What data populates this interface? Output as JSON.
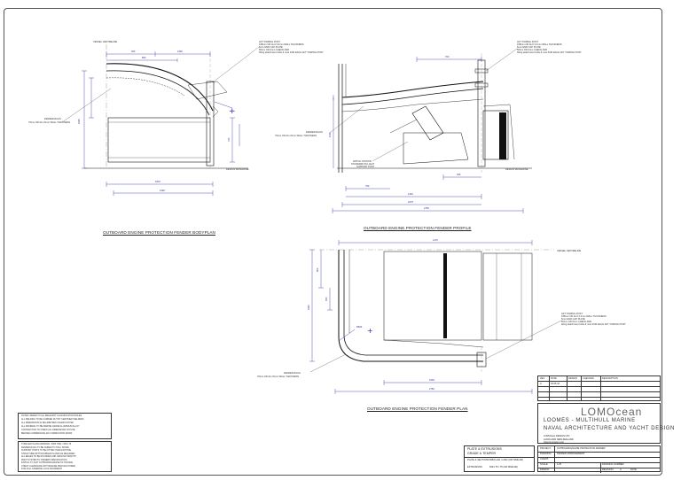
{
  "views": {
    "body_plan_title": "OUTBOARD ENGINE PROTECTION FENDER BODYPLAN",
    "profile_title": "OUTBOARD ENGINE PROTECTION FENDER PROFILE",
    "plan_title": "OUTBOARD ENGINE PROTECTION FENDER PLAN"
  },
  "labels": {
    "vessel_cl_top": "VESSEL CENTRELINE",
    "vessel_cl_plan": "VESSEL CENTRELINE",
    "design_waterline": "DESIGN WATERLINE",
    "design_waterline_2": "DESIGN WATERLINE",
    "fender_rails_a": "FENDER RAILS",
    "fender_rails_a2": "76mm OD ALU 6mm WALL THICKNESS",
    "fender_rails_b": "FENDER RAILS",
    "fender_rails_b2": "76mm OD ALU 6mm WALL THICKNESS",
    "fender_rails_c": "FENDER RAILS",
    "fender_rails_c2": "76mm OD ALU 6mm WALL THICKNESS",
    "watch_stand_1": "WATCH STATION",
    "watch_stand_2": "STANDARD 50 LIGHT",
    "watch_stand_3": "SUPPORT POST",
    "aft_post_a1": "AFT TOWING POST",
    "aft_post_a2": "168mm OD ALU 6.4mm WALL THICKNESS",
    "aft_post_a3": "6mm END CAP PLATE",
    "aft_post_a4": "50mm OD 6mm CHECK AND",
    "aft_post_a5": "fitting attachment bolts & nuts FOR EACH AFT TOWING POST",
    "aft_post_b1": "AFT TOWING POST",
    "aft_post_b2": "168mm OD ALU 6.4mm WALL THICKNESS",
    "aft_post_b3": "6mm END CAP PLATE",
    "aft_post_b4": "50mm OD 6mm CHECK AND",
    "aft_post_b5": "fitting attachment bolts & nuts FOR EACH AFT TOWING POST",
    "aft_post_c1": "AFT TOWING POST",
    "aft_post_c2": "168mm OD ALU 6.4mm WALL THICKNESS",
    "aft_post_c3": "6mm END CAP PLATE",
    "aft_post_c4": "50mm OD 6mm CHECK AND",
    "aft_post_c5": "fitting attachment bolts & nuts FOR EACH AFT TOWING POST"
  },
  "dimensions": {
    "bp_top1": "300",
    "bp_top2": "1260",
    "bp_top3": "800",
    "bp_bot1": "1870",
    "bp_bot2": "1490",
    "bp_left": "1600",
    "bp_side": "700",
    "pr_top": "700",
    "pr_bot1": "750",
    "pr_bot2": "1440",
    "pr_bot3": "2275",
    "pr_bot4": "2750",
    "pr_mid": "400",
    "pr_left": "1100",
    "pl_top": "1470",
    "pl_bot1": "1600",
    "pl_bot2": "2750",
    "pl_left1": "1640",
    "pl_left2": "800",
    "pl_left3": "450",
    "pl_radius": "R500"
  },
  "notes": {
    "note1": [
      "NOTES: REFER TO ALL RELEVANT CLASSIFICATION RULES",
      "ALL WELDING TO BE CARRIED OUT BY CERTIFIED WELDERS",
      "ALL DIMENSIONS IN MILLIMETRES UNLESS NOTED",
      "ALL MATERIAL TO BE MARINE GRADE ALUMINIUM ALLOY",
      "CONTRACTOR TO CHECK ALL DIMENSIONS ON SITE",
      "BEFORE COMMENCING ANY FABRICATION WORK"
    ],
    "note2": [
      "TUBE AND PLATE MATERIAL: 5083 H321 / 6061 T6",
      "FENDER RAILS TO BE FAIRED TO HULL SHAPE",
      "SUPPORT POSTS TO BE FITTED OVER EXISTING",
      "STRUCTURE WITH DOUBLER PLATES AS REQUIRED",
      "ALL EDGES TO BE ROUNDED AND GROUND SMOOTH",
      "PAINT SYSTEM TO OWNERS SPECIFICATION",
      "INSTALL TO SUIT OUTBOARD ENGINE TILT RANGE",
      "CHECK CLEARANCE WITH ENGINE MANUFACTURER",
      "FOR FULL STEERING LOCK MOVEMENT"
    ]
  },
  "materials": {
    "head1": "PLATE & EXTRUSIONS",
    "head2": "GRADE & TEMPER",
    "row1_a": "PLATE & SECTIONS",
    "row1_b": "5083 H111 / H321 (OR SIMILAR)",
    "row2_a": "EXTRUSIONS",
    "row2_b": "6061 T6 / T5 (OR SIMILAR)"
  },
  "title_block": {
    "rev_headers": [
      "REV",
      "DATE",
      "DRAWN",
      "CHECKED",
      "DESCRIPTION"
    ],
    "rev_row1": [
      "A",
      "18.05.16",
      "",
      "",
      ""
    ],
    "logo_main": "LOMOcean",
    "logo_line1": "LOOMES - MULTIHULL MARINE",
    "logo_line2": "NAVAL ARCHITECTURE AND YACHT DESIGN",
    "addr1": "LOMOcean DESIGN LTD",
    "addr2": "AUCKLAND NEW ZEALAND",
    "addr3": "www.lomocean.com",
    "row_project_k": "PROJECT:",
    "row_project_v": "OUTBOARD ENGINE PROTECTION FENDER",
    "row_drawing_k": "DRAWING:",
    "row_drawing_v": "FENDER ARRANGEMENT",
    "row_client_k": "CLIENT:",
    "row_client_v": "",
    "row_scale_k": "SCALE:",
    "row_scale_v": "1:25",
    "row_drawn_k": "DRAWN:",
    "row_drawn_v": "",
    "row_dwg_k": "DRAWING NUMBER:",
    "row_dwg_v": "",
    "row_rev_k": "REVISION:",
    "row_rev_v": "A",
    "row_date_k": "DATE:",
    "row_date_v": ""
  },
  "colors": {
    "line": "#111111",
    "dim": "#2a2aa0",
    "centre": "#888888"
  }
}
